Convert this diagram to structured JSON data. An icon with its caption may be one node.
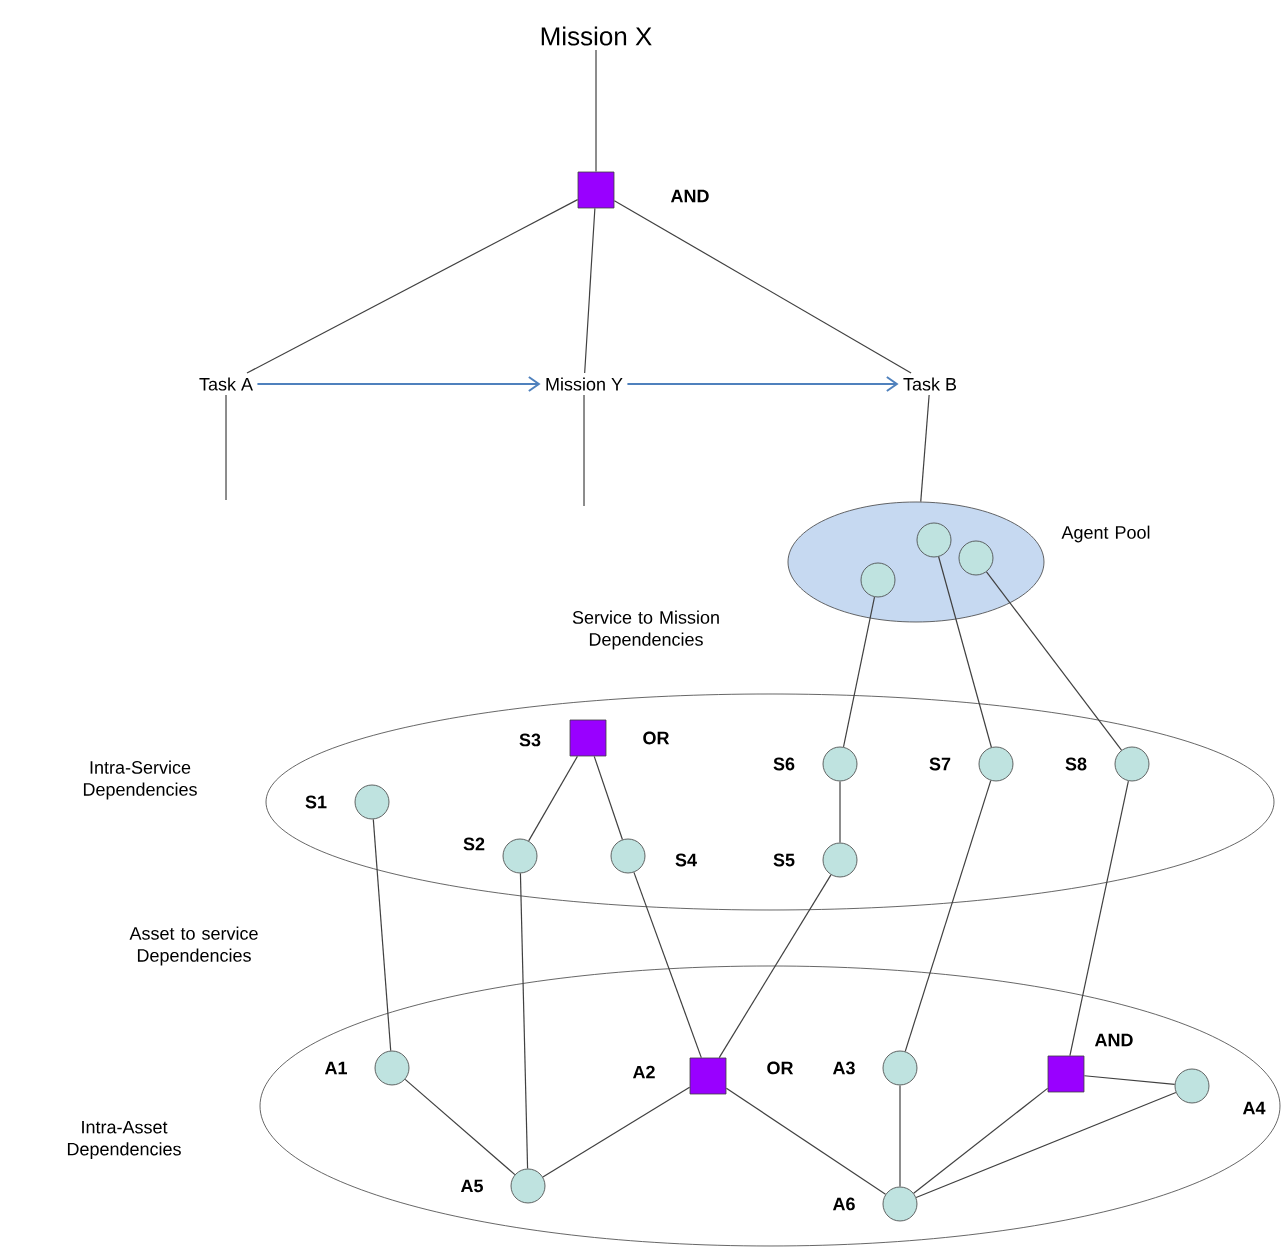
{
  "diagram": {
    "nodes": [
      {
        "text": [
          "Mission X"
        ]
      },
      {
        "text": [],
        "shape": "box",
        "beside": [
          "AND"
        ]
      },
      {
        "text": [
          "Task A"
        ]
      },
      {
        "text": [
          "Mission Y"
        ]
      },
      {
        "text": [
          "Task B"
        ]
      },
      {
        "text": [
          "Agent Pool"
        ]
      },
      {
        "text": [],
        "shape": "circle",
        "in": 5
      },
      {
        "text": [],
        "shape": "circle",
        "in": 5
      },
      {
        "text": [],
        "shape": "circle",
        "in": 5
      },
      {
        "text": [
          "Intra-Service Dependencies"
        ]
      },
      {
        "text": [],
        "shape": "box",
        "in": 9,
        "beside": [
          "S3",
          "OR"
        ]
      },
      {
        "text": [],
        "shape": "circle",
        "in": 9,
        "beside": [
          "S6"
        ]
      },
      {
        "text": [],
        "shape": "circle",
        "in": 9,
        "beside": [
          "S7"
        ]
      },
      {
        "text": [],
        "shape": "circle",
        "in": 9,
        "beside": [
          "S8"
        ]
      },
      {
        "text": [],
        "shape": "circle",
        "in": 9,
        "beside": [
          "S1"
        ]
      },
      {
        "text": [],
        "shape": "circle",
        "in": 9,
        "beside": [
          "S2"
        ]
      },
      {
        "text": [],
        "shape": "circle",
        "in": 9,
        "beside": [
          "S4"
        ]
      },
      {
        "text": [],
        "shape": "circle",
        "in": 9,
        "beside": [
          "S5"
        ]
      },
      {
        "text": [
          "Intra-Asset Dependencies"
        ]
      },
      {
        "text": [],
        "shape": "box",
        "in": 18,
        "beside": [
          "AND"
        ]
      },
      {
        "text": [],
        "shape": "circle",
        "in": 18,
        "beside": [
          "A1"
        ]
      },
      {
        "text": [],
        "shape": "box",
        "in": 18,
        "beside": [
          "A2",
          "OR"
        ]
      },
      {
        "text": [],
        "shape": "circle",
        "in": 18,
        "beside": [
          "A3"
        ]
      },
      {
        "text": [],
        "shape": "circle",
        "in": 18,
        "beside": [
          "A4"
        ]
      },
      {
        "text": [],
        "shape": "circle",
        "in": 18,
        "beside": [
          "A5"
        ]
      },
      {
        "text": [],
        "shape": "circle",
        "in": 18,
        "beside": [
          "A6"
        ]
      }
    ],
    "edges": [
      {
        "from": 0,
        "to": 1,
        "arrow": "none"
      },
      {
        "from": 1,
        "to": 2,
        "arrow": "none"
      },
      {
        "from": 1,
        "to": 3,
        "arrow": "none"
      },
      {
        "from": 1,
        "to": 4,
        "arrow": "none"
      },
      {
        "from": 2,
        "to": 3,
        "arrow": "to",
        "color": "#4f81bd"
      },
      {
        "from": 3,
        "to": 4,
        "arrow": "to",
        "color": "#4f81bd"
      },
      {
        "from": 2,
        "to": null,
        "arrow": "none"
      },
      {
        "from": 3,
        "to": null,
        "arrow": "none"
      },
      {
        "from": 4,
        "to": 5,
        "arrow": "none"
      },
      {
        "from": 6,
        "to": 11,
        "arrow": "none"
      },
      {
        "from": 7,
        "to": 12,
        "arrow": "none"
      },
      {
        "from": 8,
        "to": 13,
        "arrow": "none"
      },
      {
        "from": 10,
        "to": 15,
        "arrow": "none"
      },
      {
        "from": 10,
        "to": 16,
        "arrow": "none"
      },
      {
        "from": 11,
        "to": 17,
        "arrow": "none"
      },
      {
        "from": 14,
        "to": 20,
        "arrow": "none"
      },
      {
        "from": 15,
        "to": 24,
        "arrow": "none"
      },
      {
        "from": 16,
        "to": 21,
        "arrow": "none"
      },
      {
        "from": 17,
        "to": 21,
        "arrow": "none"
      },
      {
        "from": 12,
        "to": 22,
        "arrow": "none"
      },
      {
        "from": 13,
        "to": 19,
        "arrow": "none"
      },
      {
        "from": 20,
        "to": 24,
        "arrow": "none"
      },
      {
        "from": 24,
        "to": 21,
        "arrow": "none"
      },
      {
        "from": 21,
        "to": 25,
        "arrow": "none"
      },
      {
        "from": 22,
        "to": 25,
        "arrow": "none"
      },
      {
        "from": 19,
        "to": 23,
        "arrow": "none"
      },
      {
        "from": 19,
        "to": 25,
        "arrow": "none"
      },
      {
        "from": 23,
        "to": 25,
        "arrow": "none"
      }
    ],
    "labels": [
      "Service to Mission Dependencies",
      "Asset to service Dependencies"
    ]
  }
}
